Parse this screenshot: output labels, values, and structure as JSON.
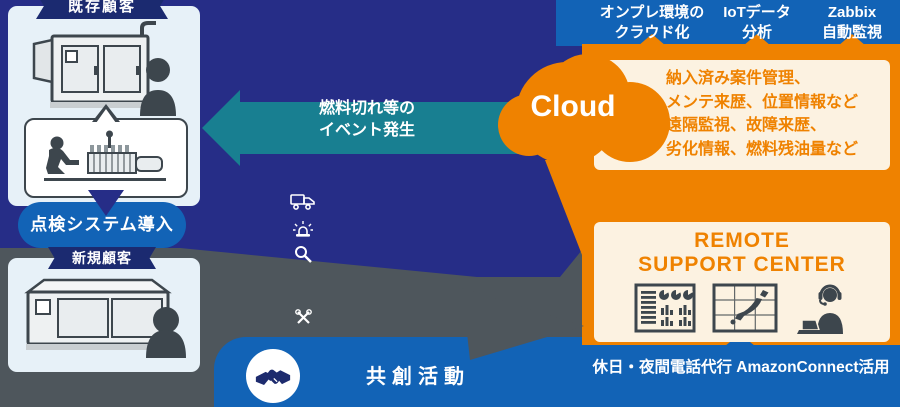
{
  "left": {
    "existing_label": "既存顧客",
    "new_label": "新規顧客",
    "inspection_label": "点検システム導入"
  },
  "center": {
    "event_line1": "燃料切れ等の",
    "event_line2": "イベント発生",
    "co_creation_label": "共創活動"
  },
  "cloud": {
    "label": "Cloud",
    "details": [
      "納入済み案件管理、",
      "メンテ来歴、位置情報など",
      "遠隔監視、故障来歴、",
      "劣化情報、燃料残油量など"
    ]
  },
  "top_tabs": [
    {
      "line1": "オンプレ環境の",
      "line2": "クラウド化"
    },
    {
      "line1": "IoTデータ",
      "line2": "分析"
    },
    {
      "line1": "Zabbix",
      "line2": "自動監視"
    }
  ],
  "remote_center": {
    "title_line1": "REMOTE",
    "title_line2": "SUPPORT CENTER",
    "footer": "休日・夜間電話代行 AmazonConnect活用"
  },
  "icons": {
    "truck": "truck-icon",
    "siren": "siren-icon",
    "magnifier": "magnifier-icon",
    "wrench": "wrench-icon",
    "handshake": "handshake-icon",
    "dashboard": "dashboard-icon",
    "japan_map": "japan-map-icon",
    "operator": "operator-icon"
  },
  "colors": {
    "navy": "#262d87",
    "blue": "#1263b6",
    "teal": "#187f91",
    "orange": "#ef8200",
    "cream": "#fcf2e1",
    "gray": "#4e565c",
    "ink": "#3d464d"
  }
}
